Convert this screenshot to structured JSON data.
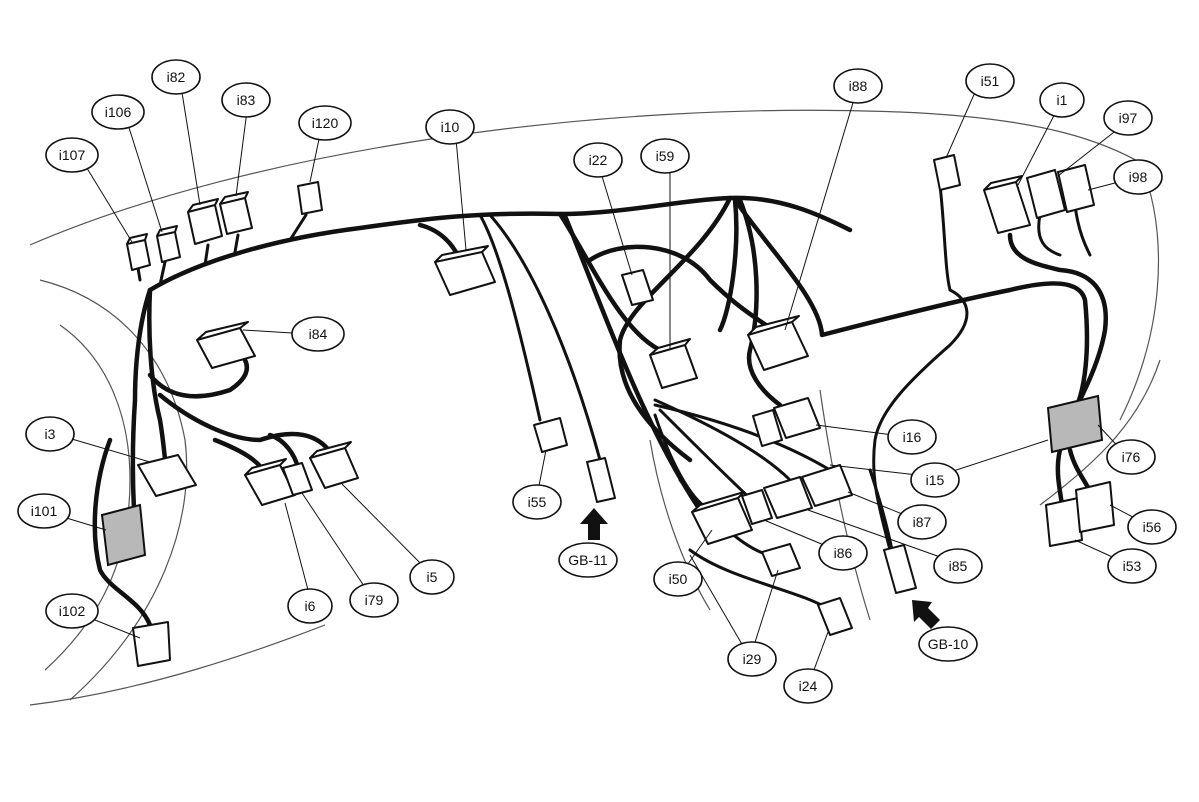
{
  "labels": {
    "i1": "i1",
    "i3": "i3",
    "i5": "i5",
    "i6": "i6",
    "i10": "i10",
    "i15": "i15",
    "i16": "i16",
    "i22": "i22",
    "i24": "i24",
    "i29": "i29",
    "i50": "i50",
    "i51": "i51",
    "i53": "i53",
    "i55": "i55",
    "i56": "i56",
    "i59": "i59",
    "i76": "i76",
    "i79": "i79",
    "i82": "i82",
    "i83": "i83",
    "i84": "i84",
    "i85": "i85",
    "i86": "i86",
    "i87": "i87",
    "i88": "i88",
    "i97": "i97",
    "i98": "i98",
    "i101": "i101",
    "i102": "i102",
    "i106": "i106",
    "i107": "i107",
    "i120": "i120",
    "gb11": "GB-11",
    "gb10": "GB-10"
  }
}
